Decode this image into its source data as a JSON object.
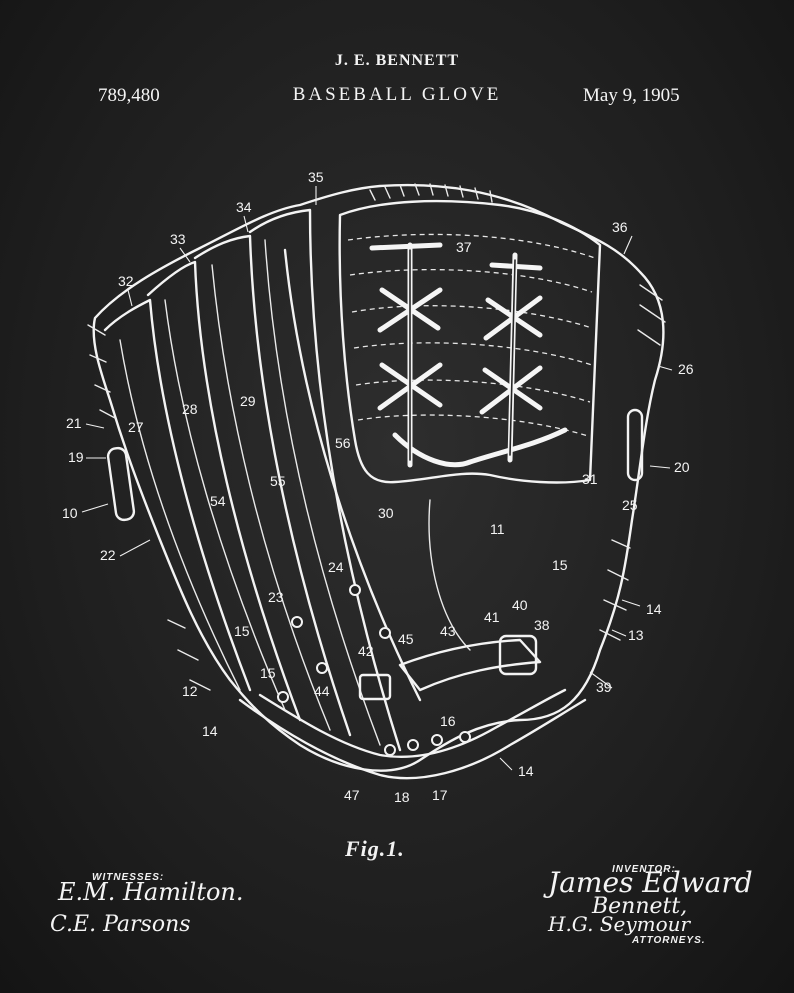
{
  "header": {
    "inventor": "J. E. BENNETT",
    "patent_number": "789,480",
    "title": "BASEBALL GLOVE",
    "date": "May 9, 1905"
  },
  "figure": {
    "label": "Fig.1.",
    "reference_numbers": [
      "35",
      "34",
      "33",
      "32",
      "21",
      "19",
      "10",
      "22",
      "27",
      "28",
      "29",
      "56",
      "55",
      "54",
      "30",
      "24",
      "23",
      "15",
      "15",
      "12",
      "14",
      "44",
      "42",
      "45",
      "43",
      "41",
      "40",
      "38",
      "39",
      "16",
      "47",
      "18",
      "17",
      "14",
      "14",
      "13",
      "15",
      "25",
      "11",
      "31",
      "20",
      "26",
      "36",
      "37"
    ]
  },
  "footer": {
    "witnesses_label": "WITNESSES:",
    "witness_1": "E.M. Hamilton.",
    "witness_2": "C.E. Parsons",
    "inventor_label": "INVENTOR:",
    "inventor_signature_1": "James Edward",
    "inventor_signature_2": "Bennett,",
    "attorney_signature": "H.G. Seymour",
    "attorneys_label": "ATTORNEYS."
  },
  "colors": {
    "background": "#1f1f1f",
    "ink": "#f3f3f3"
  }
}
